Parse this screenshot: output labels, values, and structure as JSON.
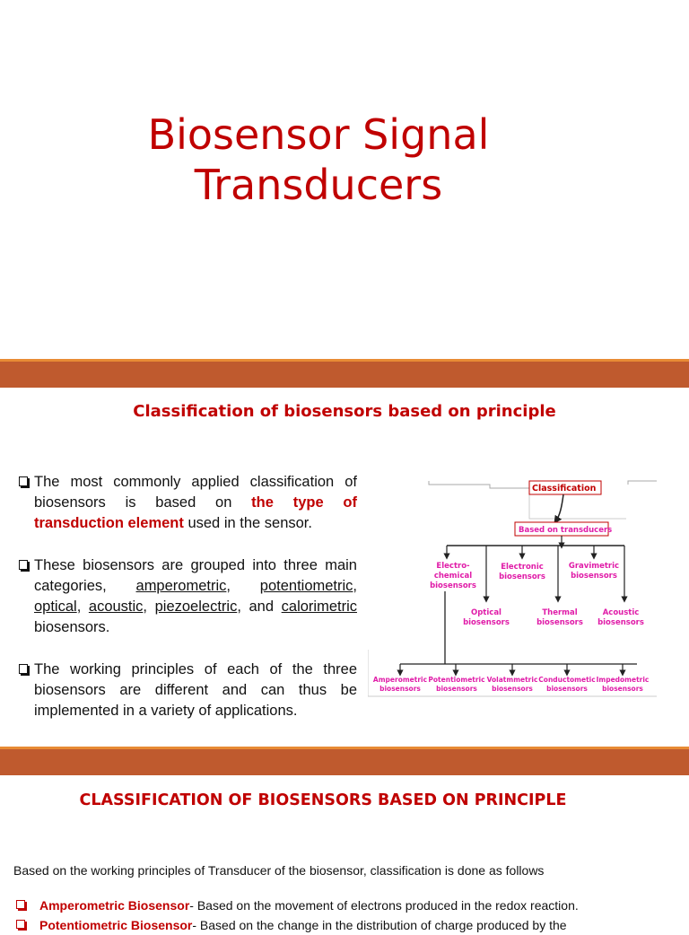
{
  "slide1": {
    "title_line1": "Biosensor Signal",
    "title_line2": "Transducers"
  },
  "slide2": {
    "heading": "Classification of biosensors based on principle",
    "bullet1": {
      "pre": "The most commonly applied classification of biosensors is based on ",
      "highlight": "the type of transduction element",
      "post": " used in the sensor."
    },
    "bullet2": {
      "pre": "These biosensors are grouped into three main categories, ",
      "term1": "amperometric",
      "sep1": ", ",
      "term2": "potentiometric",
      "sep2": ", ",
      "term3": "optical",
      "sep3": ", ",
      "term4": "acoustic",
      "sep4": ", ",
      "term5": "piezoelectric",
      "sep5": ", and ",
      "term6": "calorimetric",
      "post": " biosensors."
    },
    "bullet3": "The working principles of each of the three biosensors are different and can thus be implemented in a variety of applications.",
    "diagram": {
      "root": "Classification",
      "level1": "Based on transducers",
      "electro_1": "Electro-",
      "electro_2": "chemical",
      "electro_3": "biosensors",
      "electronic_1": "Electronic",
      "electronic_2": "biosensors",
      "gravimetric_1": "Gravimetric",
      "gravimetric_2": "biosensors",
      "optical_1": "Optical",
      "optical_2": "biosensors",
      "thermal_1": "Thermal",
      "thermal_2": "biosensors",
      "acoustic_1": "Acoustic",
      "acoustic_2": "biosensors",
      "amperometric_1": "Amperometric",
      "amperometric_2": "biosensors",
      "potentiometric_1": "Potentiometric",
      "potentiometric_2": "biosensors",
      "volatmmetric_1": "Volatmmetric",
      "volatmmetric_2": "biosensors",
      "conductometic_1": "Conductometic",
      "conductometic_2": "biosensors",
      "impedometric_1": "Impedometric",
      "impedometric_2": "biosensors",
      "label_color": "#e01ca8",
      "box_color": "#c00000"
    }
  },
  "slide3": {
    "heading": "CLASSIFICATION OF BIOSENSORS BASED ON PRINCIPLE",
    "intro": "Based on the working principles of Transducer of the biosensor, classification is done as follows",
    "item1_term": "Amperometric Biosensor",
    "item1_text": "- Based on the movement of electrons produced in the redox reaction.",
    "item2_term": "Potentiometric Biosensor",
    "item2_text": "- Based on the change in the distribution of charge produced by the"
  },
  "colors": {
    "accent_red": "#c00000",
    "band": "#bf5a2e",
    "band_highlight": "#e88b35"
  }
}
